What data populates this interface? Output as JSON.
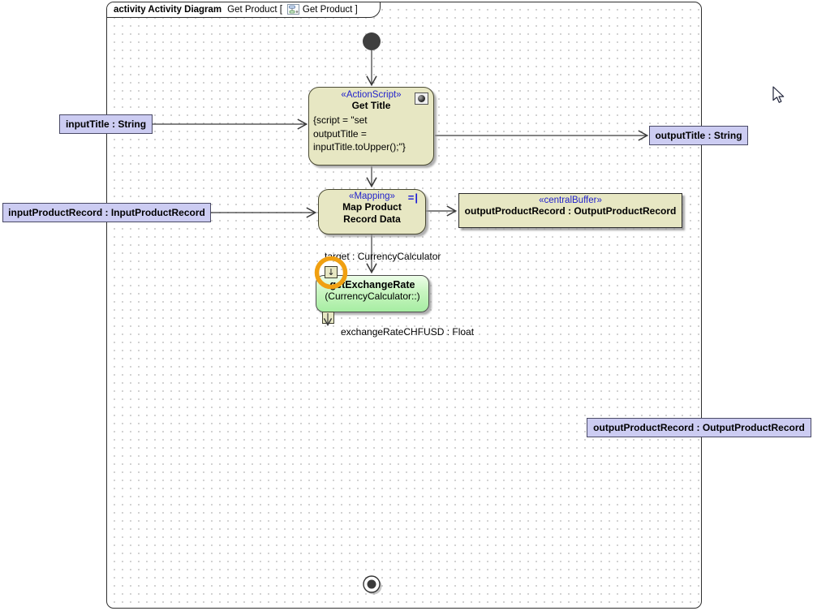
{
  "frame": {
    "header_bold": "activity Activity Diagram",
    "header_name_open": "Get Product [",
    "header_name_close": "Get Product ]",
    "icon": "activity-diagram-icon"
  },
  "nodes": {
    "get_title": {
      "stereotype": "«ActionScript»",
      "name": "Get Title",
      "script": "{script = \"set\noutputTitle =\ninputTitle.toUpper();\"}",
      "corner_icon": "gear-icon"
    },
    "map_product": {
      "stereotype": "«Mapping»",
      "name": "Map Product\nRecord Data",
      "corner_icon_glyph": "=|"
    },
    "central_buffer": {
      "stereotype": "«centralBuffer»",
      "name": "outputProductRecord : OutputProductRecord"
    },
    "get_exchange_rate": {
      "name": "getExchangeRate",
      "owner": "(CurrencyCalculator::)"
    }
  },
  "object_nodes": {
    "input_title": "inputTitle : String",
    "output_title": "outputTitle : String",
    "input_product_record": "inputProductRecord : InputProductRecord",
    "output_product_record": "outputProductRecord : OutputProductRecord"
  },
  "pins": {
    "target_label": "target : CurrencyCalculator",
    "exchange_rate_label": "exchangeRateCHFUSD : Float",
    "arrow_glyph": "↓"
  },
  "colors": {
    "action_node_fill": "#E7E7C3",
    "object_node_fill": "#CCCCF2",
    "stereotype_text": "#2222CC",
    "call_node_fill_top": "#EDFDE8",
    "call_node_fill_bottom": "#A6EDA2",
    "highlight_ring": "#F0A011",
    "edge_stroke": "#3B3B3B",
    "shadow": "#949494"
  }
}
